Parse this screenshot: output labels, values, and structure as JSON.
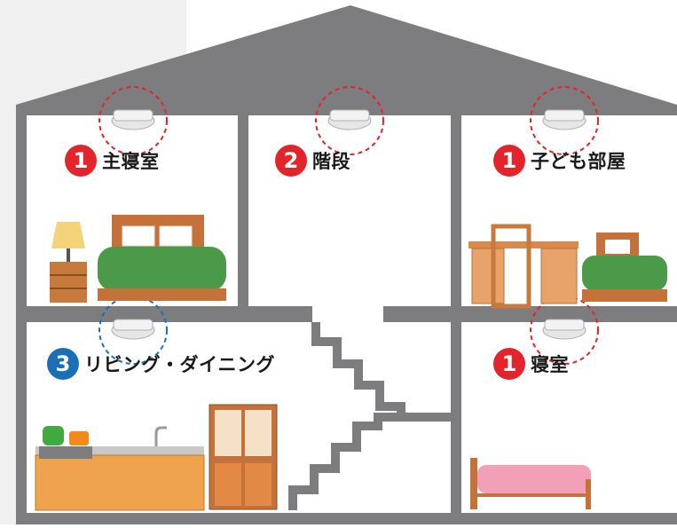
{
  "colors": {
    "wall": "#7d7d80",
    "room_bg": "#ffffff",
    "red_badge": "#e3242b",
    "blue_badge": "#1a6fb5",
    "dashed_red": "#e3242b",
    "dashed_blue": "#1a6fb5",
    "wood": "#d9894c",
    "bed_green": "#4a9a4a",
    "bed_pink": "#f2a0b8"
  },
  "rooms": [
    {
      "id": "master-bedroom",
      "number": "1",
      "name": "主寝室",
      "badge_color": "red"
    },
    {
      "id": "stairs",
      "number": "2",
      "name": "階段",
      "badge_color": "red"
    },
    {
      "id": "kids-room",
      "number": "1",
      "name": "子ども部屋",
      "badge_color": "red"
    },
    {
      "id": "living-dining",
      "number": "3",
      "name": "リビング・ダイニング",
      "badge_color": "blue"
    },
    {
      "id": "bedroom",
      "number": "1",
      "name": "寝室",
      "badge_color": "red"
    }
  ],
  "icons": [
    "smoke-detector-icon",
    "lamp-icon",
    "bed-icon",
    "desk-icon",
    "chair-icon",
    "kitchen-counter-icon",
    "kettle-icon",
    "pot-icon",
    "cupboard-icon",
    "staircase-icon"
  ]
}
